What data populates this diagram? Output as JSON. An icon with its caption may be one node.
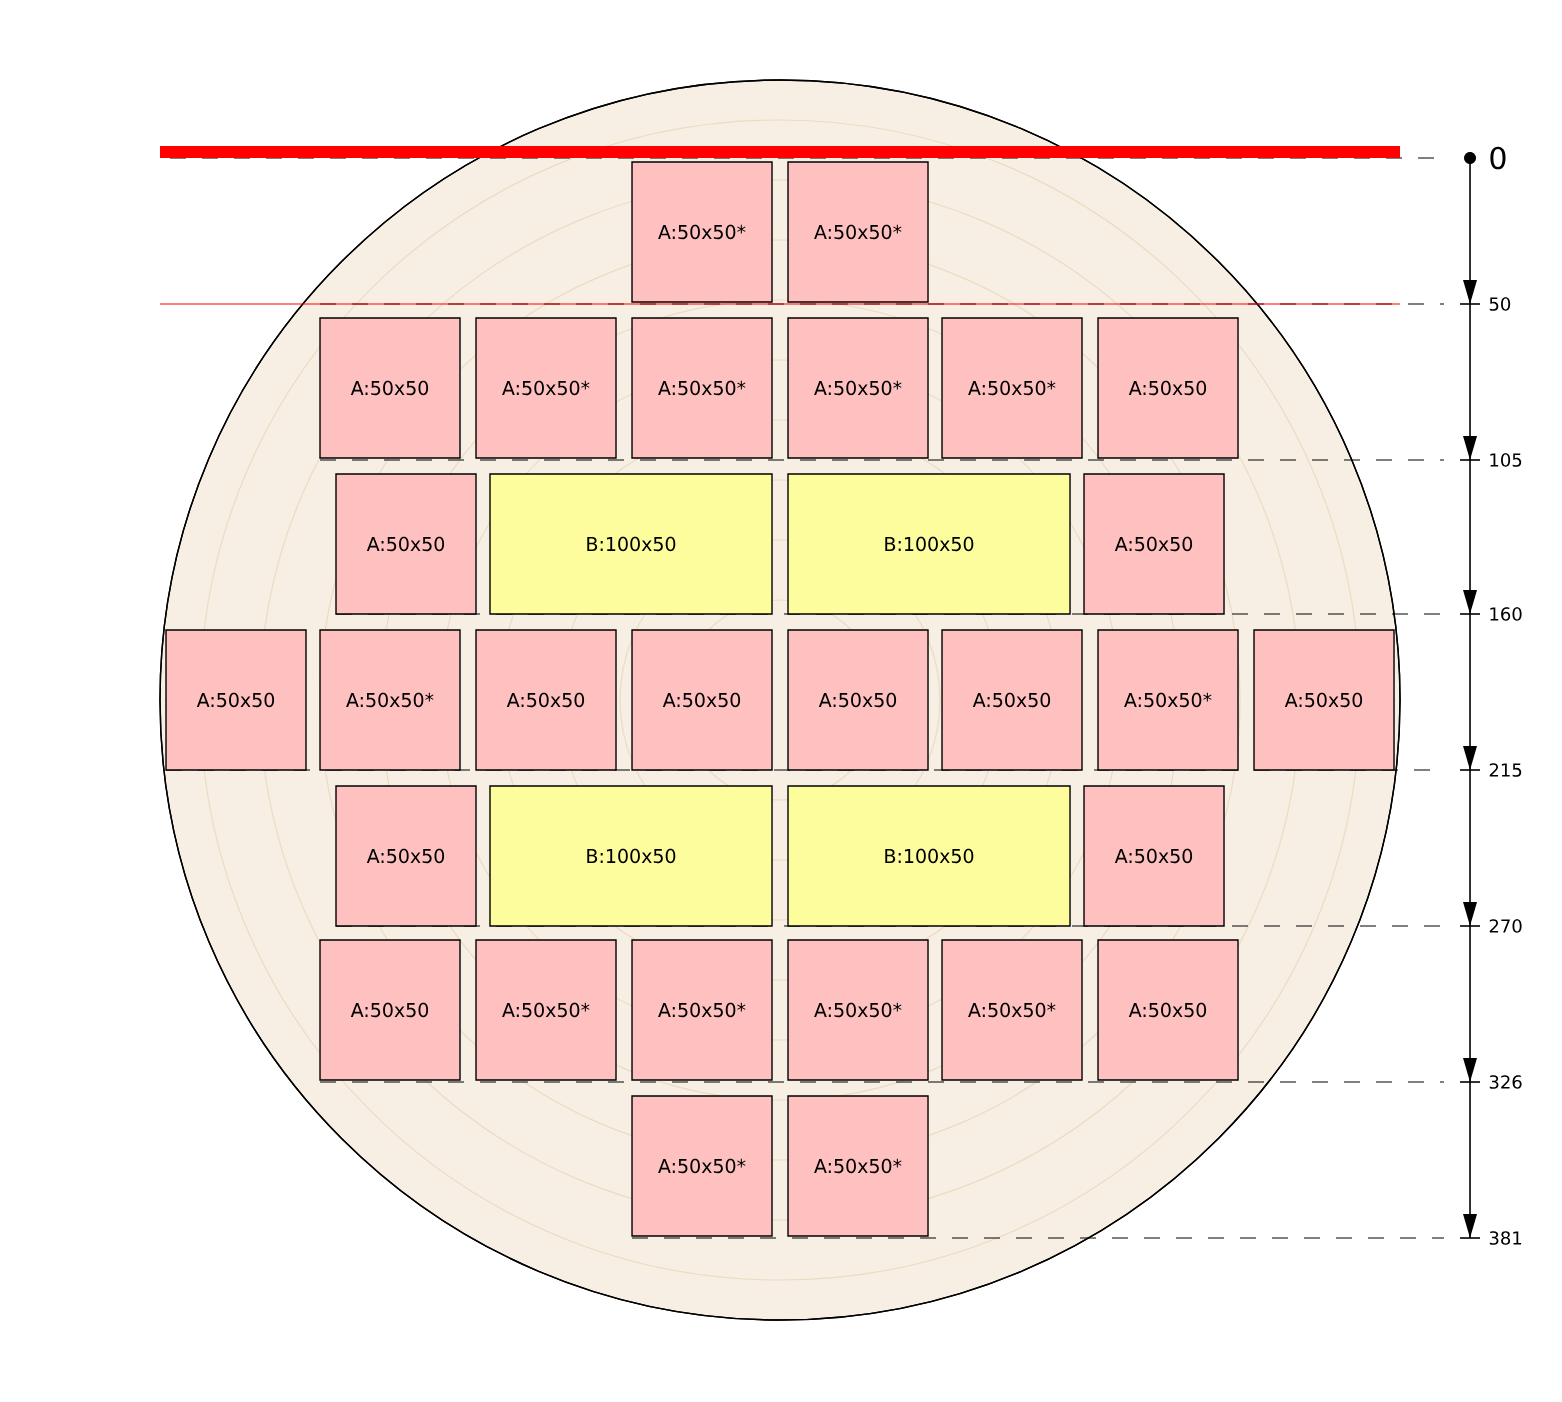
{
  "diagram": {
    "nodes": [
      {
        "text": [
          "A:50x50*"
        ]
      },
      {
        "text": [
          "A:50x50*"
        ]
      },
      {
        "text": [
          "A:50x50"
        ]
      },
      {
        "text": [
          "A:50x50*"
        ]
      },
      {
        "text": [
          "A:50x50*"
        ]
      },
      {
        "text": [
          "A:50x50*"
        ]
      },
      {
        "text": [
          "A:50x50*"
        ]
      },
      {
        "text": [
          "A:50x50"
        ]
      },
      {
        "text": [
          "A:50x50"
        ]
      },
      {
        "text": [
          "B:100x50"
        ]
      },
      {
        "text": [
          "B:100x50"
        ]
      },
      {
        "text": [
          "A:50x50"
        ]
      },
      {
        "text": [
          "A:50x50"
        ]
      },
      {
        "text": [
          "A:50x50*"
        ]
      },
      {
        "text": [
          "A:50x50"
        ]
      },
      {
        "text": [
          "A:50x50"
        ]
      },
      {
        "text": [
          "A:50x50"
        ]
      },
      {
        "text": [
          "A:50x50"
        ]
      },
      {
        "text": [
          "A:50x50*"
        ]
      },
      {
        "text": [
          "A:50x50"
        ]
      },
      {
        "text": [
          "A:50x50"
        ]
      },
      {
        "text": [
          "B:100x50"
        ]
      },
      {
        "text": [
          "B:100x50"
        ]
      },
      {
        "text": [
          "A:50x50"
        ]
      },
      {
        "text": [
          "A:50x50"
        ]
      },
      {
        "text": [
          "A:50x50*"
        ]
      },
      {
        "text": [
          "A:50x50*"
        ]
      },
      {
        "text": [
          "A:50x50*"
        ]
      },
      {
        "text": [
          "A:50x50*"
        ]
      },
      {
        "text": [
          "A:50x50"
        ]
      },
      {
        "text": [
          "A:50x50*"
        ]
      },
      {
        "text": [
          "A:50x50*"
        ]
      }
    ],
    "labels": [
      "0",
      "50",
      "105",
      "160",
      "215",
      "270",
      "326",
      "381"
    ]
  }
}
